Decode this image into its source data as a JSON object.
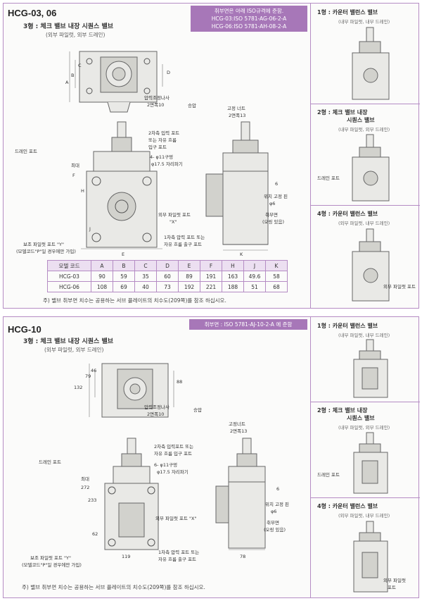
{
  "section1": {
    "title": "HCG-03, 06",
    "subtitle": "3형 : 체크 밸브 내장 시퀀스 밸브",
    "subnote": "(외부 파일럿, 외부 드레인)",
    "banner_lines": [
      "취부면은 아래 ISO규격에 준함.",
      "HCG-03:ISO 5781-AG-06-2-A",
      "HCG-06:ISO 5781-AH-08-2-A"
    ],
    "labels": {
      "pressure_screw": "압력조정나사",
      "pressure_screw_size": "2면폭10",
      "increase": "승압",
      "lock_nut": "고정 너트",
      "lock_nut_size": "2면폭13",
      "secondary_port": "2차측 입력 포트",
      "secondary_port_2": "또는 자유 흐름",
      "secondary_port_3": "입구 포트",
      "holes": "4- φ11구멍",
      "counterbore": "φ17.5 자리파기",
      "drain_port": "드레인 포트",
      "positioning_pin": "위치 고정 핀",
      "pin_size": "φ6",
      "mounting_face": "취부면",
      "oring": "(오링 있음)",
      "ext_pilot": "외부 파일럿 포트",
      "ext_pilot_x": "\"X\"",
      "primary_port": "1차측 압력 포트 또는",
      "primary_port_2": "자유 흐름 출구 포트",
      "aux_pilot": "보조 파일럿 포트 \"Y\"",
      "aux_pilot_2": "(모델코드\"P\"일 경우에만 가입)",
      "dim_6": "6"
    },
    "dims": [
      "A",
      "B",
      "C",
      "D",
      "E",
      "F",
      "H",
      "J",
      "K",
      "최대"
    ],
    "table": {
      "headers": [
        "모델 코드",
        "A",
        "B",
        "C",
        "D",
        "E",
        "F",
        "H",
        "J",
        "K"
      ],
      "rows": [
        [
          "HCG-03",
          "90",
          "59",
          "35",
          "60",
          "89",
          "191",
          "163",
          "49.6",
          "58"
        ],
        [
          "HCG-06",
          "108",
          "69",
          "40",
          "73",
          "192",
          "221",
          "188",
          "51",
          "68"
        ]
      ]
    },
    "footnote": "주) 밸브 취부면 치수는 공용하는 서브 플레이트의 치수도(209쪽)를 참조 하십시오."
  },
  "side1": [
    {
      "title": "1형 : 카운터 밸런스 밸브",
      "sub": "(내부 파일럿, 내부 드레인)"
    },
    {
      "title": "2형 : 체크 밸브 내장",
      "title2": "시퀀스 밸브",
      "sub": "(내부 파일럿, 외부 드레인)",
      "label": "드레인 포트"
    },
    {
      "title": "4형 : 카운터 밸런스 밸브",
      "sub": "(외부 파일럿, 내부 드레인)",
      "label": "외부 파일럿 포트"
    }
  ],
  "section2": {
    "title": "HCG-10",
    "subtitle": "3형 : 체크 밸브 내장 시퀀스 밸브",
    "subnote": "(외부 파일럿, 외부 드레인)",
    "banner": "취부면 : ISO 5781-AJ-10-2-A 에 준함",
    "labels": {
      "pressure_screw": "압력조정나사",
      "pressure_screw_size": "2면폭10",
      "increase": "승압",
      "lock_nut": "고정너트",
      "lock_nut_size": "2면폭13",
      "secondary_port": "2차측 입력포트 또는",
      "secondary_port_2": "자유 흐름 입구 포트",
      "holes": "6- φ11구멍",
      "counterbore": "φ17.5 자리파기",
      "drain_port": "드레인 포트",
      "positioning_pin": "위치 고정 핀",
      "pin_size": "φ6",
      "mounting_face": "취부면",
      "oring": "(오링 있음)",
      "ext_pilot": "외부 파일럿 포트 \"X\"",
      "primary_port": "1차측 압력 포트 또는",
      "primary_port_2": "자유 흐름 출구 포트",
      "aux_pilot": "보조 파일럿 포트 \"Y\"",
      "aux_pilot_2": "(모델코드\"P\"일 경우에만 가입)",
      "max": "최대",
      "dim_6": "6"
    },
    "dims": [
      "132",
      "79",
      "46",
      "88",
      "272",
      "233",
      "62",
      "119",
      "78"
    ],
    "footnote": "주) 밸브 취부면 치수는 공용하는 서브 플레이트의 치수도(209쪽)를 참조 하십시오."
  },
  "side2": [
    {
      "title": "1형 : 카운터 밸런스 밸브",
      "sub": "(내부 파일럿, 내부 드레인)"
    },
    {
      "title": "2형 : 체크 밸브 내장",
      "title2": "시퀀스 밸브",
      "sub": "(내부 파일럿, 외부 드레인)",
      "label": "드레인 포트"
    },
    {
      "title": "4형 : 카운터 밸런스 밸브",
      "sub": "(외부 파일럿, 내부 드레인)",
      "label": "외부 파일럿",
      "label2": "포트"
    }
  ]
}
